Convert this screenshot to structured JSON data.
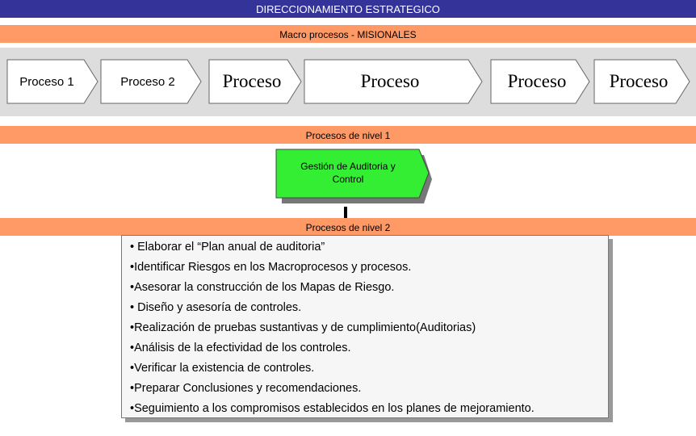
{
  "header": {
    "title": "DIRECCIONAMIENTO ESTRATEGICO"
  },
  "macro": {
    "label": "Macro procesos - MISIONALES",
    "processes": [
      {
        "label": "Proceso 1"
      },
      {
        "label": "Proceso 2"
      },
      {
        "label": "Proceso"
      },
      {
        "label": "Proceso"
      },
      {
        "label": "Proceso"
      },
      {
        "label": "Proceso"
      }
    ]
  },
  "level1": {
    "label": "Procesos de nivel 1",
    "box_line1": "Gestión de Auditoria y",
    "box_line2": "Control"
  },
  "level2": {
    "label": "Procesos de nivel 2",
    "items": [
      "• Elaborar el “Plan anual de auditoria”",
      "•Identificar Riesgos en los Macroprocesos y    procesos.",
      "•Asesorar  la construcción de los Mapas de Riesgo.",
      "• Diseño y asesoría de controles.",
      "•Realización de pruebas sustantivas y de cumplimiento(Auditorias)",
      "•Análisis de la efectividad de los controles.",
      "•Verificar la existencia de controles.",
      "•Preparar Conclusiones y recomendaciones.",
      "•Seguimiento a los compromisos establecidos en los planes de mejoramiento."
    ]
  },
  "colors": {
    "title_bar": "#333399",
    "band": "#ff9966",
    "gray_area": "#dddddd",
    "green_box": "#33ee33"
  }
}
